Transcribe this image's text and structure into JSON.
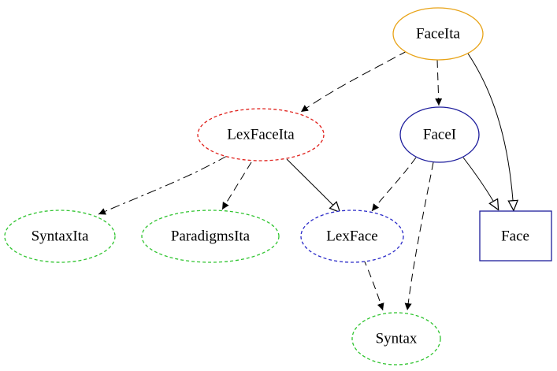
{
  "diagram": {
    "nodes": {
      "face_ita": {
        "label": "FaceIta",
        "shape": "ellipse",
        "border": "solid",
        "color": "#e8a317"
      },
      "lex_face_ita": {
        "label": "LexFaceIta",
        "shape": "ellipse",
        "border": "dashed",
        "color": "#e0201b"
      },
      "face_i": {
        "label": "FaceI",
        "shape": "ellipse",
        "border": "solid",
        "color": "#1c1c9c"
      },
      "syntax_ita": {
        "label": "SyntaxIta",
        "shape": "ellipse",
        "border": "dashed",
        "color": "#2fc42f"
      },
      "paradigms_ita": {
        "label": "ParadigmsIta",
        "shape": "ellipse",
        "border": "dashed",
        "color": "#2fc42f"
      },
      "lex_face": {
        "label": "LexFace",
        "shape": "ellipse",
        "border": "dashed",
        "color": "#2a2ac8"
      },
      "face": {
        "label": "Face",
        "shape": "box",
        "border": "solid",
        "color": "#1c1c9c"
      },
      "syntax": {
        "label": "Syntax",
        "shape": "ellipse",
        "border": "dashed",
        "color": "#2fc42f"
      }
    },
    "edges": [
      {
        "from": "face_ita",
        "to": "lex_face_ita",
        "style": "dashed",
        "arrowhead": "filled"
      },
      {
        "from": "face_ita",
        "to": "face_i",
        "style": "dashed",
        "arrowhead": "filled"
      },
      {
        "from": "face_ita",
        "to": "face",
        "style": "solid",
        "arrowhead": "open"
      },
      {
        "from": "lex_face_ita",
        "to": "syntax_ita",
        "style": "dashdot",
        "arrowhead": "filled"
      },
      {
        "from": "lex_face_ita",
        "to": "paradigms_ita",
        "style": "dashed",
        "arrowhead": "filled"
      },
      {
        "from": "lex_face_ita",
        "to": "lex_face",
        "style": "solid",
        "arrowhead": "open"
      },
      {
        "from": "face_i",
        "to": "lex_face",
        "style": "dashed",
        "arrowhead": "filled"
      },
      {
        "from": "face_i",
        "to": "syntax",
        "style": "dashed",
        "arrowhead": "filled"
      },
      {
        "from": "face_i",
        "to": "face",
        "style": "solid",
        "arrowhead": "open"
      },
      {
        "from": "lex_face",
        "to": "syntax",
        "style": "dashed",
        "arrowhead": "filled"
      }
    ]
  }
}
